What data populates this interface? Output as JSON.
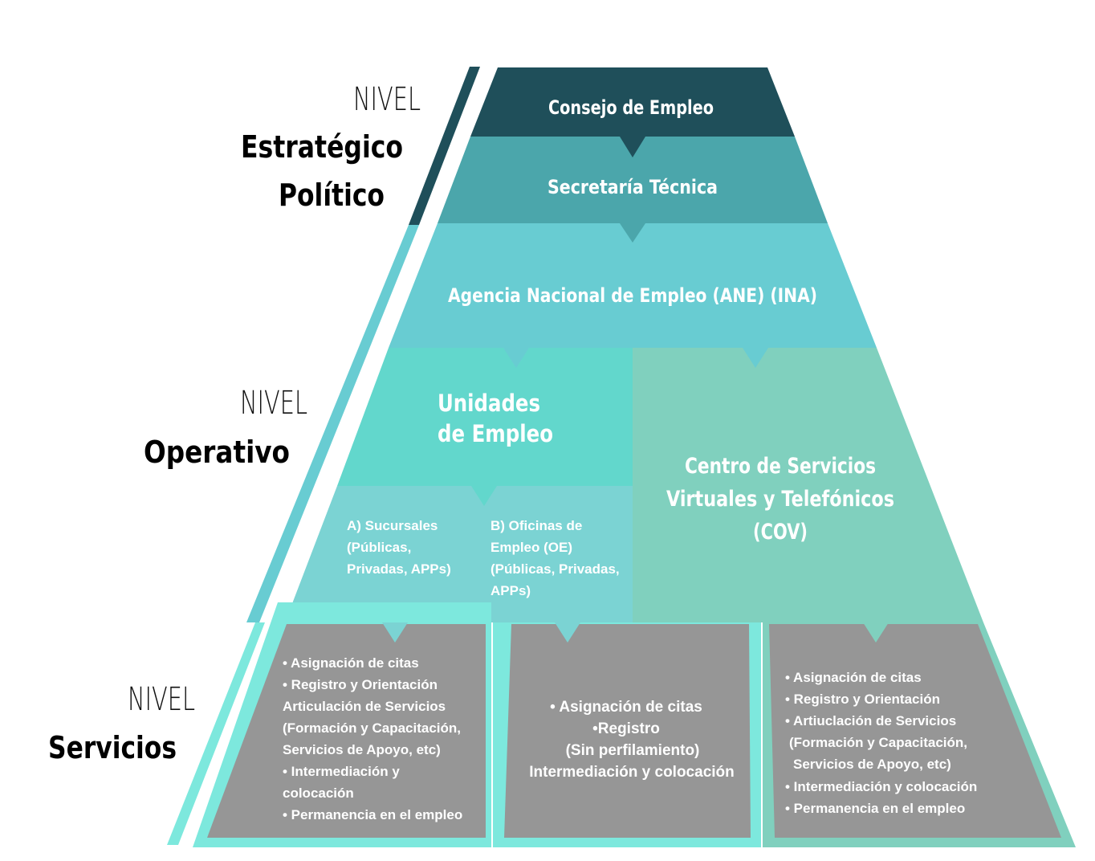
{
  "levels": {
    "strategic": {
      "line1": "NIVEL",
      "line2": "Estratégico",
      "line3": "Político"
    },
    "operative": {
      "line1": "NIVEL",
      "line2": "Operativo"
    },
    "services": {
      "line1": "NIVEL",
      "line2": "Servicios"
    }
  },
  "tiers": {
    "consejo": "Consejo de Empleo",
    "secretaria": "Secretaría Técnica",
    "agencia": "Agencia Nacional de Empleo (ANE) (INA)",
    "unidades": {
      "line1": "Unidades",
      "line2": "de Empleo"
    },
    "cov": {
      "line1": "Centro de Servicios",
      "line2": "Virtuales y Telefónicos",
      "line3": "(COV)"
    }
  },
  "branches": {
    "sucursales": [
      "A) Sucursales",
      "(Públicas,",
      "Privadas, APPs)"
    ],
    "oficinas": [
      "B) Oficinas de",
      "Empleo (OE)",
      "(Públicas, Privadas,",
      "APPs)"
    ]
  },
  "services": {
    "left": [
      "• Asignación de citas",
      "• Registro y Orientación",
      "Articulación de Servicios",
      "(Formación y Capacitación,",
      "Servicios de Apoyo, etc)",
      "• Intermediación y",
      "colocación",
      "• Permanencia en el empleo"
    ],
    "middle": [
      "• Asignación de citas",
      "•Registro",
      "(Sin perfilamiento)",
      "Intermediación y colocación"
    ],
    "right": [
      "• Asignación de citas",
      "• Registro y Orientación",
      "• Artiuclación de Servicios",
      " (Formación y Capacitación,",
      "  Servicios de Apoyo, etc)",
      "• Intermediación y colocación",
      "• Permanencia en el empleo"
    ]
  },
  "colors": {
    "dark": "#1f4f5a",
    "secretaria": "#4ba6ab",
    "agencia": "#68ccd2",
    "unidades": "#62d7cc",
    "branches": "#7bd3d3",
    "cov": "#80d0be",
    "gray": "#969696",
    "frame": "#7de8dd"
  }
}
